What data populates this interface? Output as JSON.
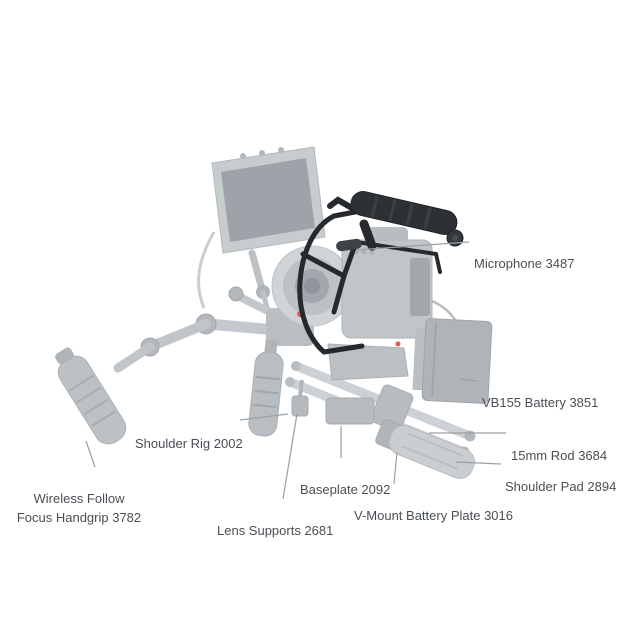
{
  "diagram": {
    "title": "Camera shoulder rig kit component callout diagram",
    "accent_red": "#e14a41",
    "highlight_color": "#2b2e32",
    "faded_color": "#c3c8cc",
    "leader_line_color": "#9aa0a5",
    "labels": {
      "microphone": "Microphone 3487",
      "vb155_battery": "VB155 Battery 3851",
      "rod_15mm": "15mm Rod 3684",
      "shoulder_pad": "Shoulder Pad 2894",
      "v_mount_plate": "V-Mount Battery Plate 3016",
      "baseplate": "Baseplate 2092",
      "lens_supports": "Lens Supports 2681",
      "shoulder_rig": "Shoulder Rig 2002",
      "wireless_follow_focus": "Wireless Follow\nFocus Handgrip 3782"
    }
  }
}
